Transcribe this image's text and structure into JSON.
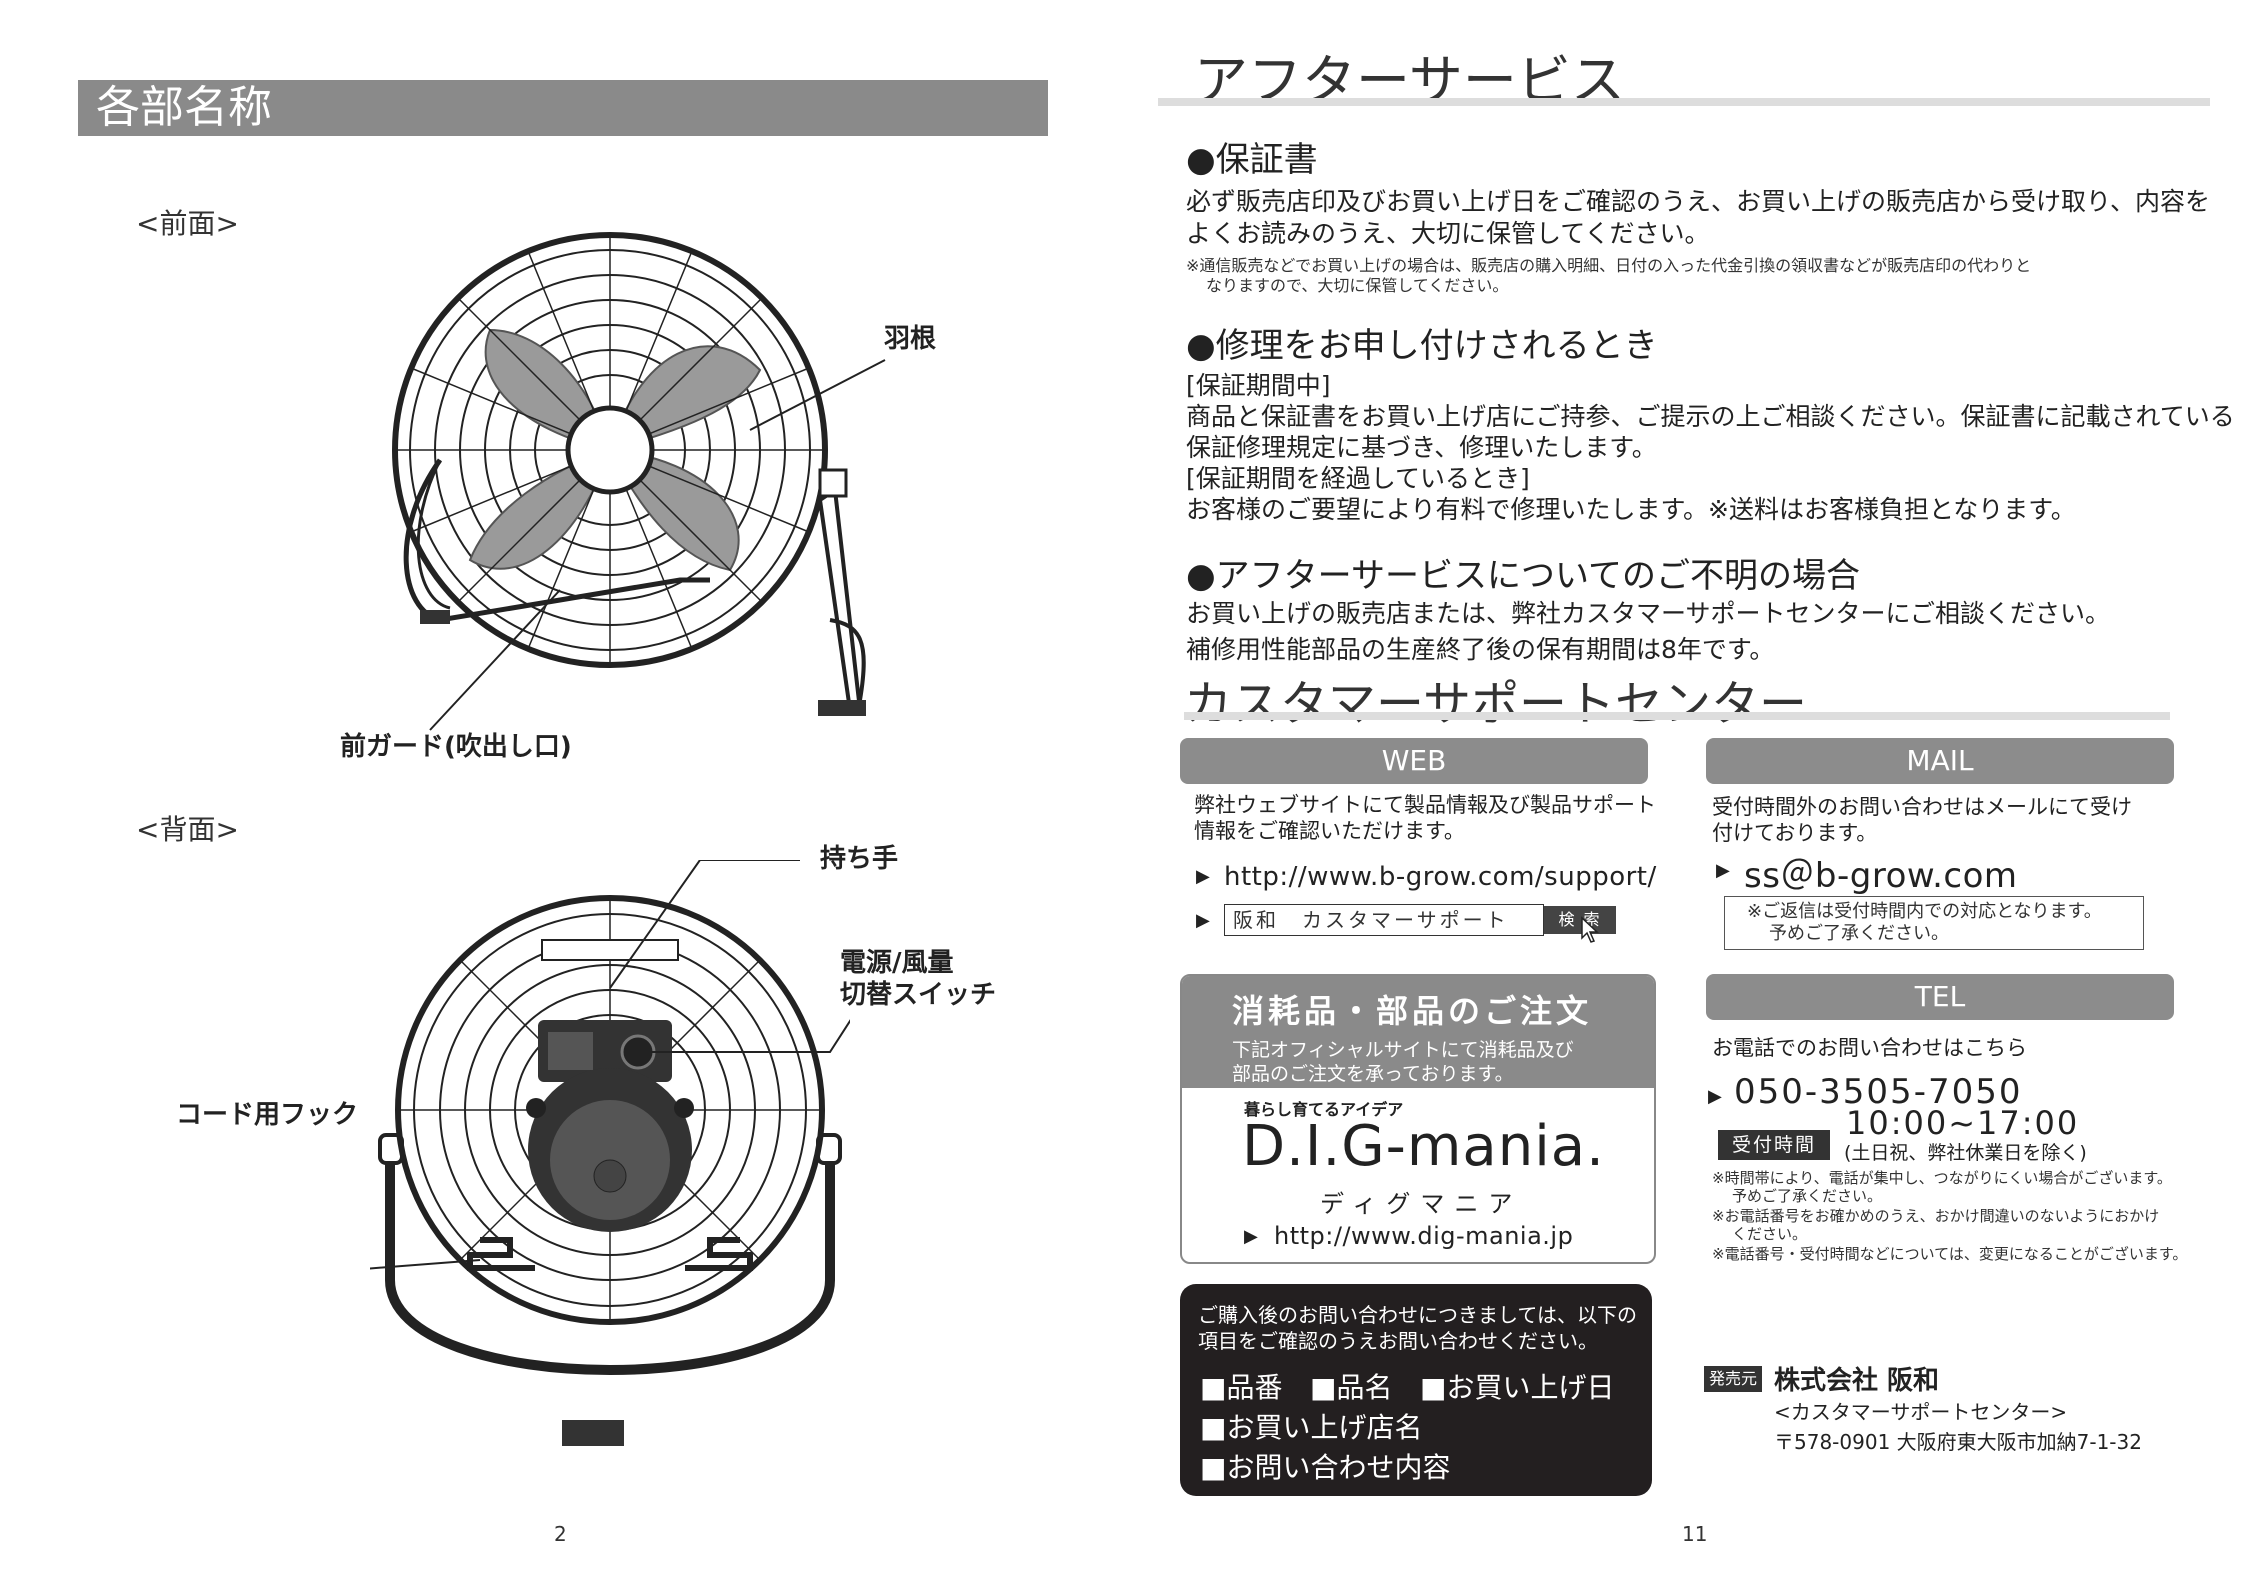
{
  "left_page": {
    "title": "各部名称",
    "front_label": "<前面>",
    "back_label": "<背面>",
    "front_callouts": {
      "blade": "羽根",
      "front_guard": "前ガード(吹出し口)"
    },
    "back_callouts": {
      "handle": "持ち手",
      "switch_line1": "電源/風量",
      "switch_line2": "切替スイッチ",
      "cord_hook": "コード用フック"
    },
    "page_number": "2"
  },
  "right_page": {
    "title": "アフターサービス",
    "warranty": {
      "heading": "●保証書",
      "line1": "必ず販売店印及びお買い上げ日をご確認のうえ、お買い上げの販売店から受け取り、内容を",
      "line2": "よくお読みのうえ、大切に保管してください。",
      "note1": "※通信販売などでお買い上げの場合は、販売店の購入明細、日付の入った代金引換の領収書などが販売店印の代わりと",
      "note2": "なりますので、大切に保管してください。"
    },
    "repair": {
      "heading": "●修理をお申し付けされるとき",
      "sub1": "[保証期間中]",
      "line1": "商品と保証書をお買い上げ店にご持参、ご提示の上ご相談ください。保証書に記載されている",
      "line2": "保証修理規定に基づき、修理いたします。",
      "sub2": "[保証期間を経過しているとき]",
      "line3": "お客様のご要望により有料で修理いたします。※送料はお客様負担となります。"
    },
    "inquiry": {
      "heading": "●アフターサービスについてのご不明の場合",
      "line1": "お買い上げの販売店または、弊社カスタマーサポートセンターにご相談ください。",
      "line2": "補修用性能部品の生産終了後の保有期間は8年です。"
    },
    "support_title": "カスタマーサポートセンター",
    "web": {
      "label": "WEB",
      "desc1": "弊社ウェブサイトにて製品情報及び製品サポート",
      "desc2": "情報をご確認いただけます。",
      "url": "http://www.b-grow.com/support/",
      "search_text": "阪和　カスタマーサポート",
      "search_button": "検 索"
    },
    "mail": {
      "label": "MAIL",
      "desc1": "受付時間外のお問い合わせはメールにて受け",
      "desc2": "付けております。",
      "address": "ss＠b-grow.com",
      "note1": "※ご返信は受付時間内での対応となります。",
      "note2": "予めご了承ください。"
    },
    "parts": {
      "heading": "消耗品・部品のご注文",
      "desc1": "下記オフィシャルサイトにて消耗品及び",
      "desc2": "部品のご注文を承っております。",
      "tagline": "暮らし育てるアイデア",
      "brand": "D.I.G-mania.",
      "brand_kana": "ディグマニア",
      "url": "http://www.dig-mania.jp"
    },
    "tel": {
      "label": "TEL",
      "desc": "お電話でのお問い合わせはこちら",
      "number": "050-3505-7050",
      "hours": "10:00~17:00",
      "hours_badge": "受付時間",
      "closed": "(土日祝、弊社休業日を除く)",
      "note1": "※時間帯により、電話が集中し、つながりにくい場合がございます。",
      "note1b": "予めご了承ください。",
      "note2": "※お電話番号をお確かめのうえ、おかけ間違いのないようにおかけ",
      "note2b": "ください。",
      "note3": "※電話番号・受付時間などについては、変更になることがございます。"
    },
    "checklist": {
      "intro1": "ご購入後のお問い合わせにつきましては、以下の",
      "intro2": "項目をご確認のうえお問い合わせください。",
      "item1": "■品番",
      "item2": "■品名",
      "item3": "■お買い上げ日",
      "item4": "■お買い上げ店名",
      "item5": "■お問い合わせ内容"
    },
    "seller": {
      "badge": "発売元",
      "company": "株式会社 阪和",
      "dept": "<カスタマーサポートセンター>",
      "address": "〒578-0901 大阪府東大阪市加納7-1-32"
    },
    "page_number": "11"
  }
}
